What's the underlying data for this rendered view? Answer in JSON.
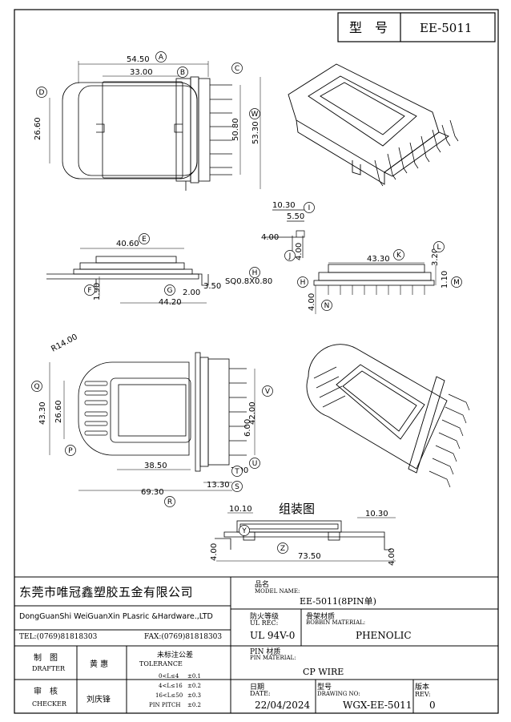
{
  "header": {
    "type_label": "型　号",
    "model": "EE-5011"
  },
  "dimensions": {
    "A": "54.50",
    "B": "33.00",
    "D": "26.60",
    "W": "50.80",
    "W2": "53.30",
    "I": "10.30",
    "I2": "5.50",
    "J_top": "4.00",
    "J": "4.00",
    "E": "40.60",
    "F": "1.90",
    "G": "2.00",
    "G2": "44.20",
    "H": "3.50",
    "H_text": "SQ0.8X0.80",
    "K": "43.30",
    "L": "3.20",
    "M": "1.10",
    "N": "4.00",
    "R14": "R14.00",
    "D2": "43.30",
    "D3": "26.60",
    "V": "42.00",
    "U": "6.00",
    "T": "38.50",
    "U2": "7.00",
    "S": "13.30",
    "R": "69.30",
    "Y1": "10.10",
    "Y2": "10.30",
    "Z": "73.50",
    "Y3": "4.00",
    "Y4": "4.00"
  },
  "bubbles": [
    "A",
    "B",
    "C",
    "D",
    "E",
    "F",
    "G",
    "H",
    "I",
    "J",
    "K",
    "L",
    "M",
    "N",
    "P",
    "Q",
    "R",
    "S",
    "T",
    "U",
    "V",
    "W",
    "Y",
    "Z"
  ],
  "assembly_title": "组装图",
  "title_block": {
    "company_cn": "东莞市唯冠鑫塑胶五金有限公司",
    "company_en": "DongGuanShi WeiGuanXin PLasric &Hardware.,LTD",
    "tel": "TEL:(0769)81818303",
    "fax": "FAX:(0769)81818303",
    "model_label_cn": "品名",
    "model_label_en": "MODEL NAME:",
    "model_value": "EE-5011(8PIN单)",
    "fire_label_cn": "防火等级",
    "fire_label_en": "UL REC:",
    "fire_value": "UL 94V-0",
    "bobbin_label_cn": "骨架材质",
    "bobbin_label_en": "BOBBIN MATERIAL:",
    "bobbin_value": "PHENOLIC",
    "drafter_cn": "制　图",
    "drafter_en": "DRAFTER",
    "drafter_name": "黄 惠",
    "tol_cn": "未标注公差",
    "tol_en": "TOLERANCE",
    "tol_rows": [
      {
        "range": "0<L≤4",
        "val": "±0.1"
      },
      {
        "range": "4<L≤16",
        "val": "±0.2"
      },
      {
        "range": "16<L≤50",
        "val": "±0.3"
      },
      {
        "range": "PIN PITCH",
        "val": "±0.2"
      }
    ],
    "pin_label_cn": "PIN 材质",
    "pin_label_en": "PIN MATERIAL:",
    "pin_value": "CP WIRE",
    "checker_cn": "审　核",
    "checker_en": "CHECKER",
    "checker_name": "刘庆锋",
    "date_cn": "日期",
    "date_en": "DATE:",
    "date_value": "22/04/2024",
    "drawing_cn": "型号",
    "drawing_en": "DRAWING NO:",
    "drawing_value": "WGX-EE-5011",
    "rev_cn": "版本",
    "rev_en": "REV:",
    "rev_value": "0"
  }
}
